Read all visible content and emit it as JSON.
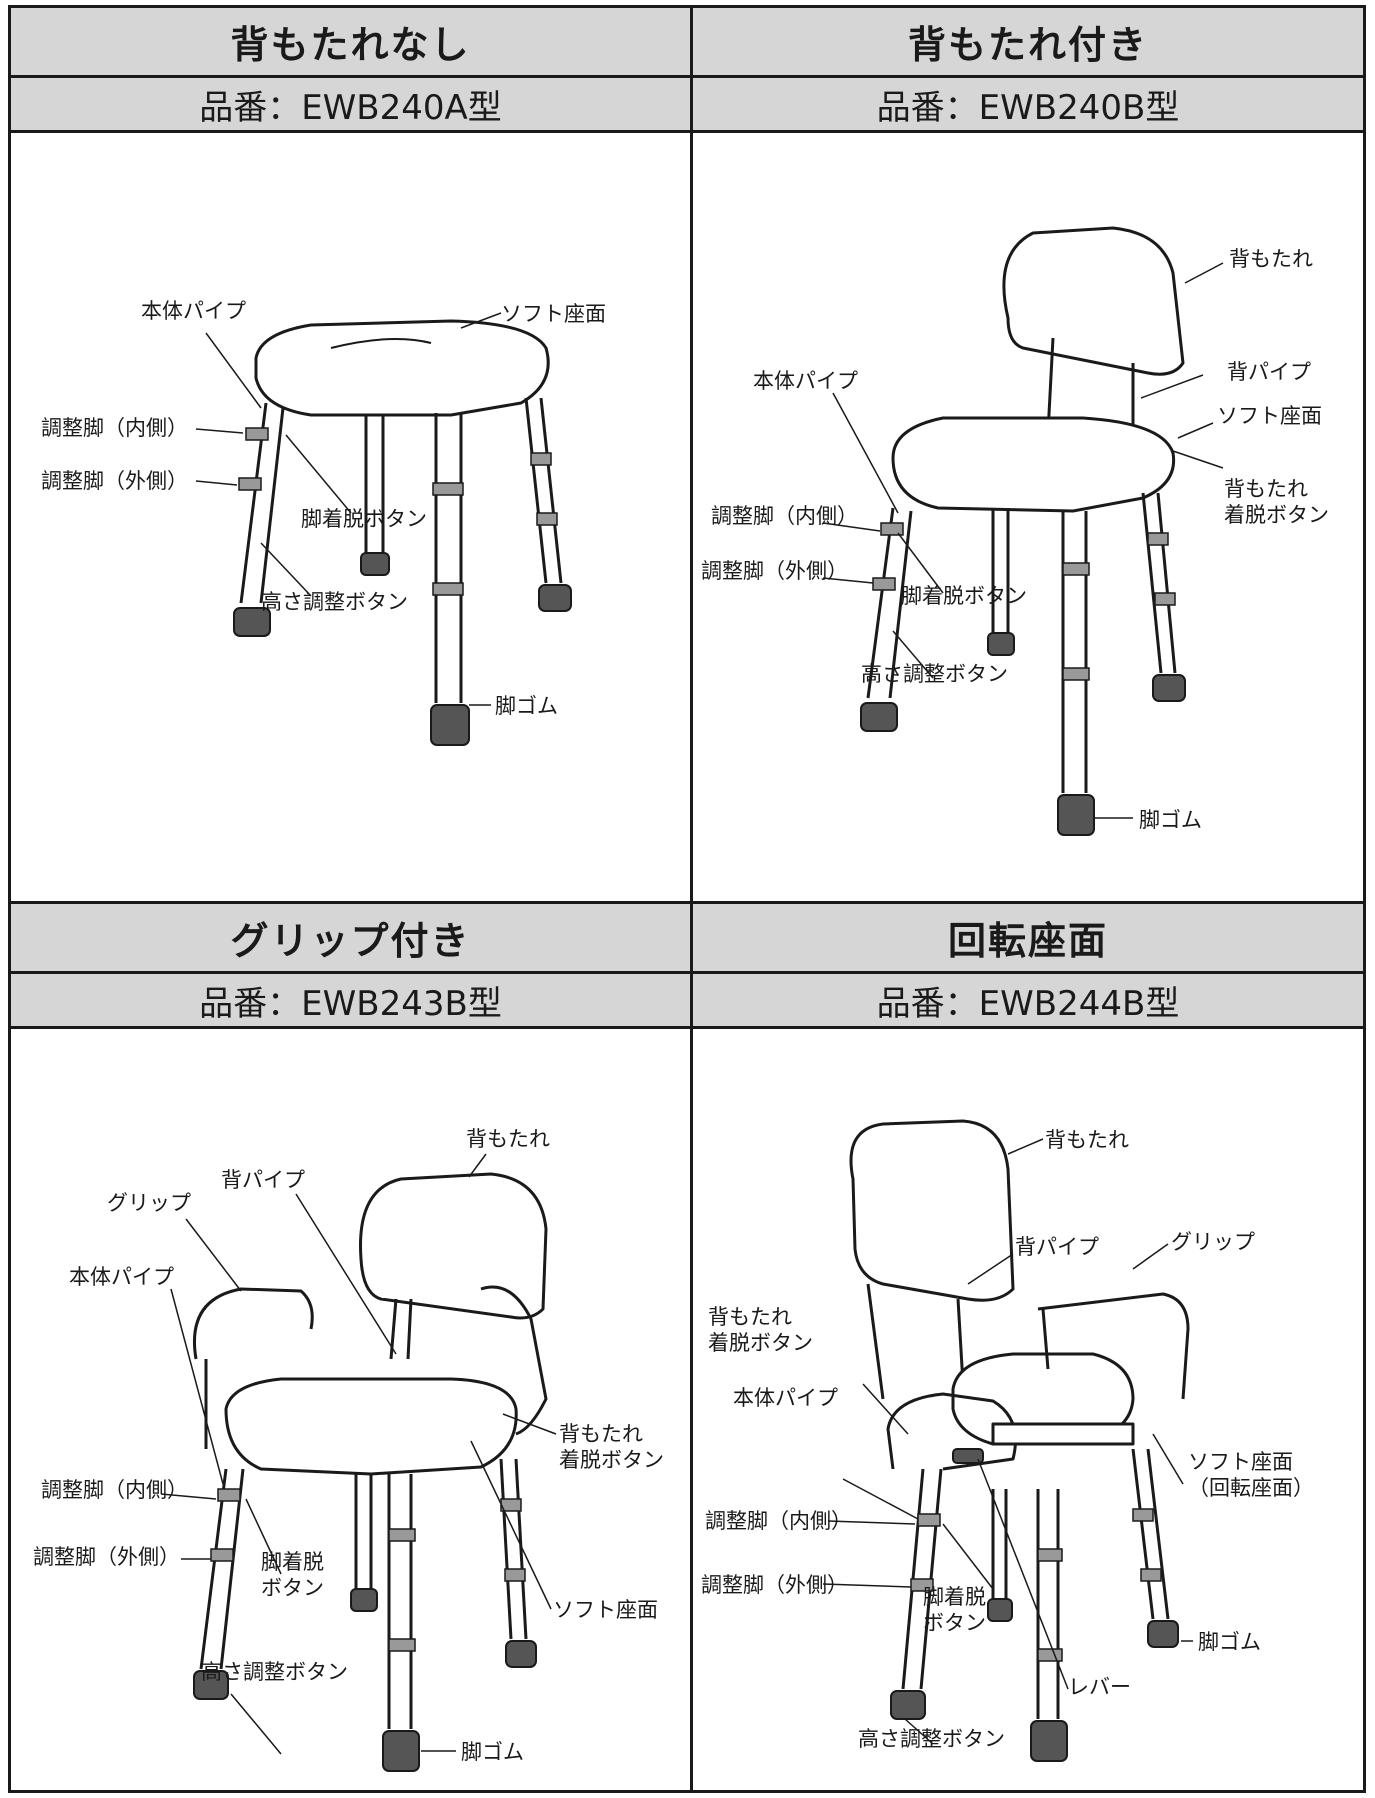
{
  "panels": [
    {
      "title": "背もたれなし",
      "model": "品番：EWB240A型",
      "labels": [
        "本体パイプ",
        "ソフト座面",
        "調整脚（内側）",
        "調整脚（外側）",
        "脚着脱ボタン",
        "高さ調整ボタン",
        "脚ゴム"
      ]
    },
    {
      "title": "背もたれ付き",
      "model": "品番：EWB240B型",
      "labels": [
        "背もたれ",
        "背パイプ",
        "本体パイプ",
        "ソフト座面",
        "背もたれ\n着脱ボタン",
        "調整脚（内側）",
        "調整脚（外側）",
        "脚着脱ボタン",
        "高さ調整ボタン",
        "脚ゴム"
      ]
    },
    {
      "title": "グリップ付き",
      "model": "品番：EWB243B型",
      "labels": [
        "背もたれ",
        "背パイプ",
        "グリップ",
        "本体パイプ",
        "背もたれ\n着脱ボタン",
        "調整脚（内側）",
        "調整脚（外側）",
        "脚着脱\nボタン",
        "ソフト座面",
        "高さ調整ボタン",
        "脚ゴム"
      ]
    },
    {
      "title": "回転座面",
      "model": "品番：EWB244B型",
      "labels": [
        "背もたれ",
        "背パイプ",
        "グリップ",
        "背もたれ\n着脱ボタン",
        "本体パイプ",
        "ソフト座面\n（回転座面）",
        "調整脚（内側）",
        "調整脚（外側）",
        "脚着脱\nボタン",
        "脚ゴム",
        "レバー",
        "高さ調整ボタン"
      ]
    }
  ]
}
